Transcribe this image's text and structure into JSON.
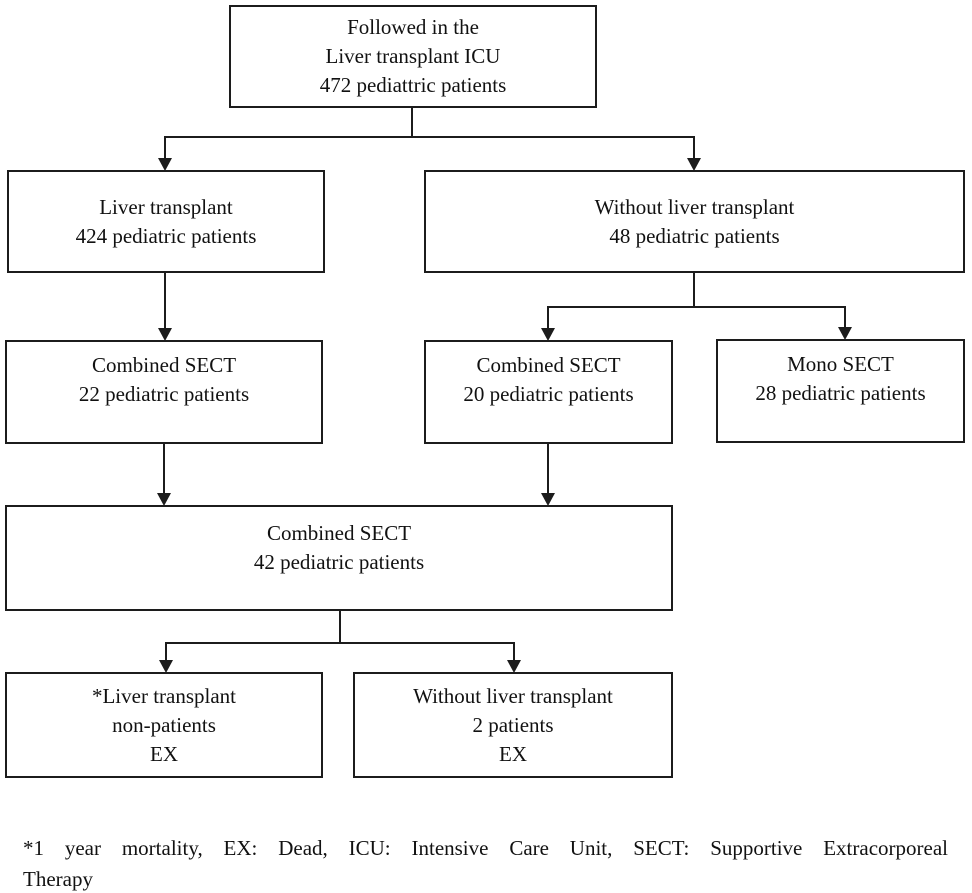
{
  "diagram": {
    "nodes": {
      "followed": {
        "lines": [
          "Followed in the",
          "Liver transplant ICU",
          "472 pediattric patients"
        ]
      },
      "liver_transplant": {
        "lines": [
          "Liver transplant",
          "424 pediatric patients"
        ]
      },
      "without_lt": {
        "lines": [
          "Without liver transplant",
          "48 pediatric patients"
        ]
      },
      "combined_22": {
        "lines": [
          "Combined SECT",
          "22 pediatric patients"
        ]
      },
      "combined_20": {
        "lines": [
          "Combined SECT",
          "20 pediatric patients"
        ]
      },
      "mono_28": {
        "lines": [
          "Mono SECT",
          "28 pediatric patients"
        ]
      },
      "combined_42": {
        "lines": [
          "Combined SECT",
          "42 pediatric patients"
        ]
      },
      "lt_nonpatients": {
        "lines": [
          "*Liver transplant",
          "non-patients",
          "EX"
        ]
      },
      "without_lt_2": {
        "lines": [
          "Without liver transplant",
          "2 patients",
          "EX"
        ]
      }
    },
    "footnote_lines": [
      "*1 year mortality, EX: Dead, ICU: Intensive Care Unit, SECT: Supportive Extracorporeal",
      "Therapy"
    ],
    "colors": {
      "line": "#1c1c1c",
      "text": "#111111",
      "background": "#ffffff"
    }
  }
}
